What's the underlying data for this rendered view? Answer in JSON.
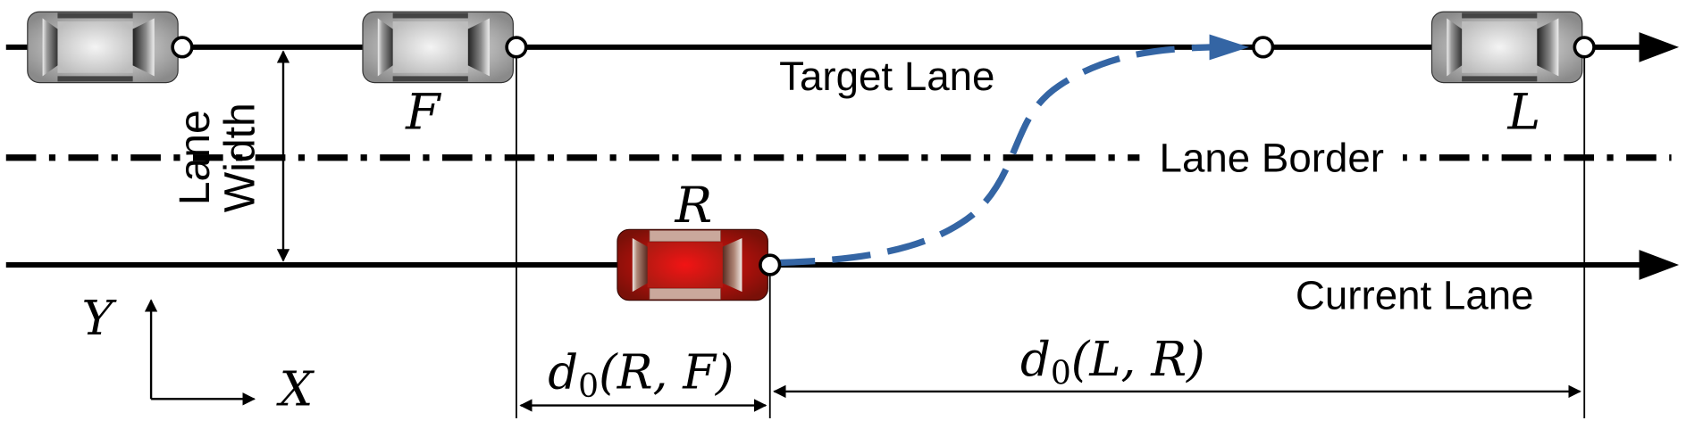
{
  "labels": {
    "target_lane": "Target Lane",
    "current_lane": "Current Lane",
    "lane_border": "Lane Border",
    "lane_width_line1": "Lane",
    "lane_width_line2": "Width",
    "axis_x": "X",
    "axis_y": "Y"
  },
  "vehicles": {
    "rear_left": {
      "label": ""
    },
    "follower": {
      "label": "F"
    },
    "leader": {
      "label": "L"
    },
    "ego": {
      "label": "R"
    }
  },
  "distances": {
    "d_rf": {
      "symbol": "d",
      "subscript": "0",
      "args": "(R, F)"
    },
    "d_lr": {
      "symbol": "d",
      "subscript": "0",
      "args": "(L, R)"
    }
  },
  "colors": {
    "trajectory": "#3465a4",
    "ego_car": "#d01010",
    "other_car": "#a8a8a8",
    "line": "#000000"
  }
}
